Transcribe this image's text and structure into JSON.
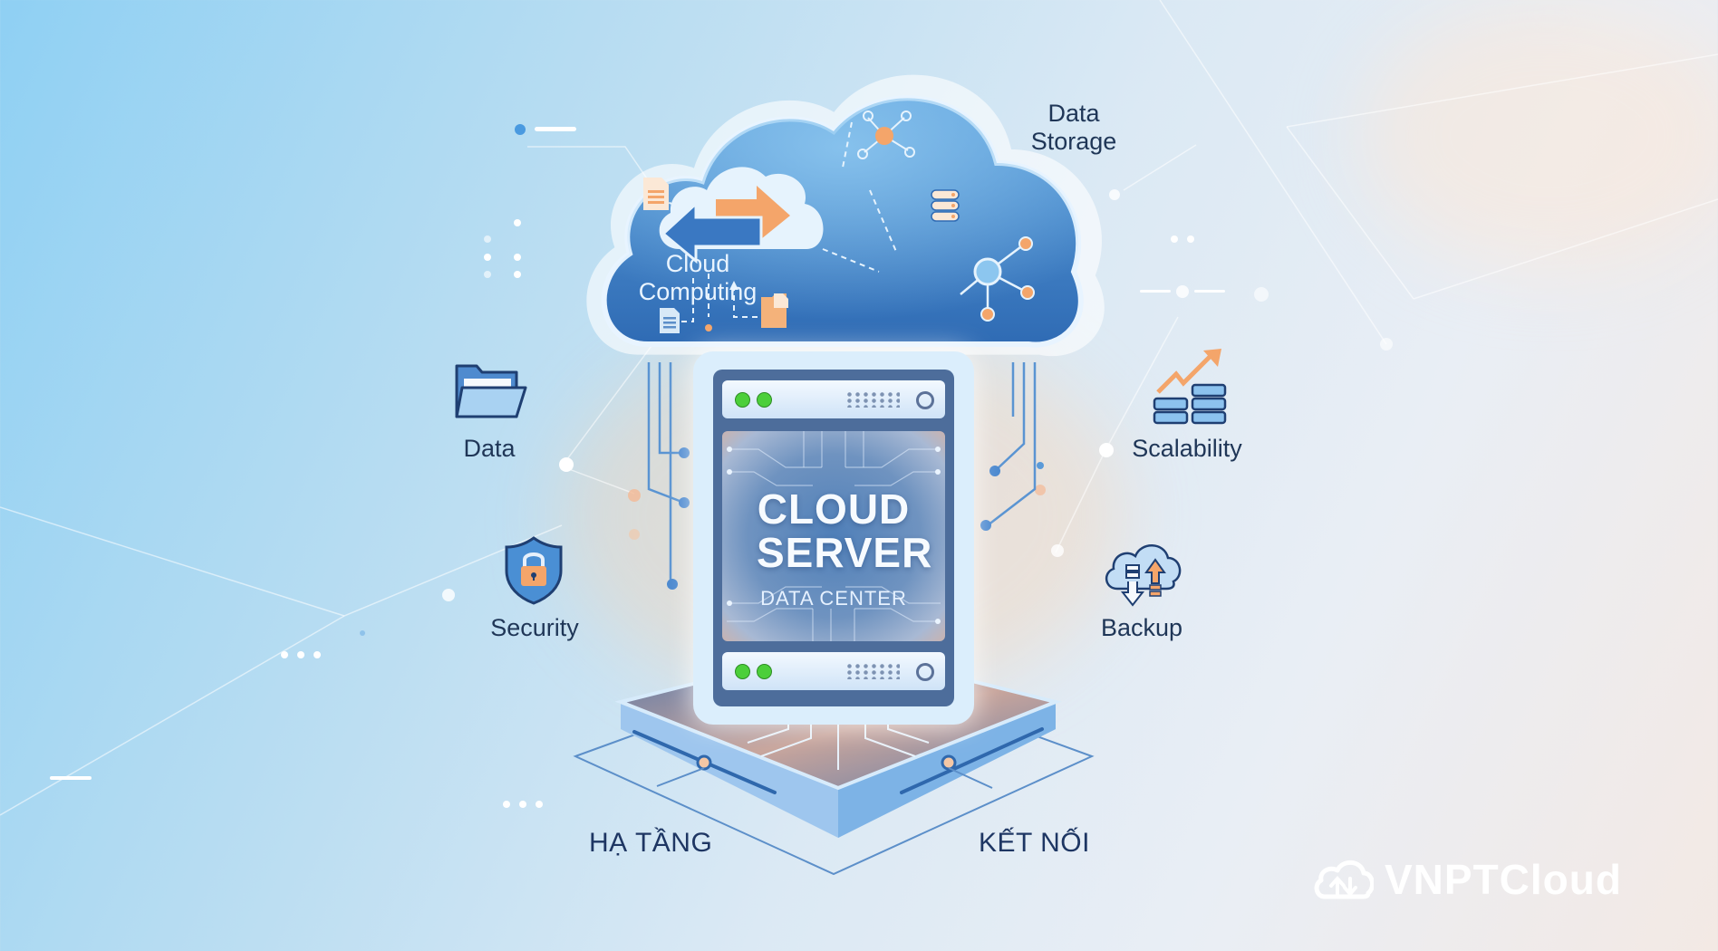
{
  "diagram": {
    "title": "CLOUD SERVER",
    "subtitle": "DATA CENTER",
    "cloud": {
      "label_line1": "Cloud",
      "label_line2": "Computing"
    },
    "features": {
      "data_storage": {
        "line1": "Data",
        "line2": "Storage",
        "icon": "network-nodes-icon"
      },
      "data": {
        "label": "Data",
        "icon": "folder-icon"
      },
      "security": {
        "label": "Security",
        "icon": "shield-lock-icon"
      },
      "scalability": {
        "label": "Scalability",
        "icon": "server-growth-icon"
      },
      "backup": {
        "label": "Backup",
        "icon": "cloud-backup-icon"
      }
    },
    "base": {
      "left_label": "HẠ TẦNG",
      "right_label": "KẾT NỐI"
    }
  },
  "brand": {
    "name": "VNPTCloud",
    "icon": "cloud-sync-icon"
  },
  "colors": {
    "cloud_blue": "#3f7fc4",
    "accent_orange": "#f4a56a",
    "led_green": "#4ccf3a",
    "text_dark": "#1f3657",
    "base_blue": "#a9cdf0"
  }
}
